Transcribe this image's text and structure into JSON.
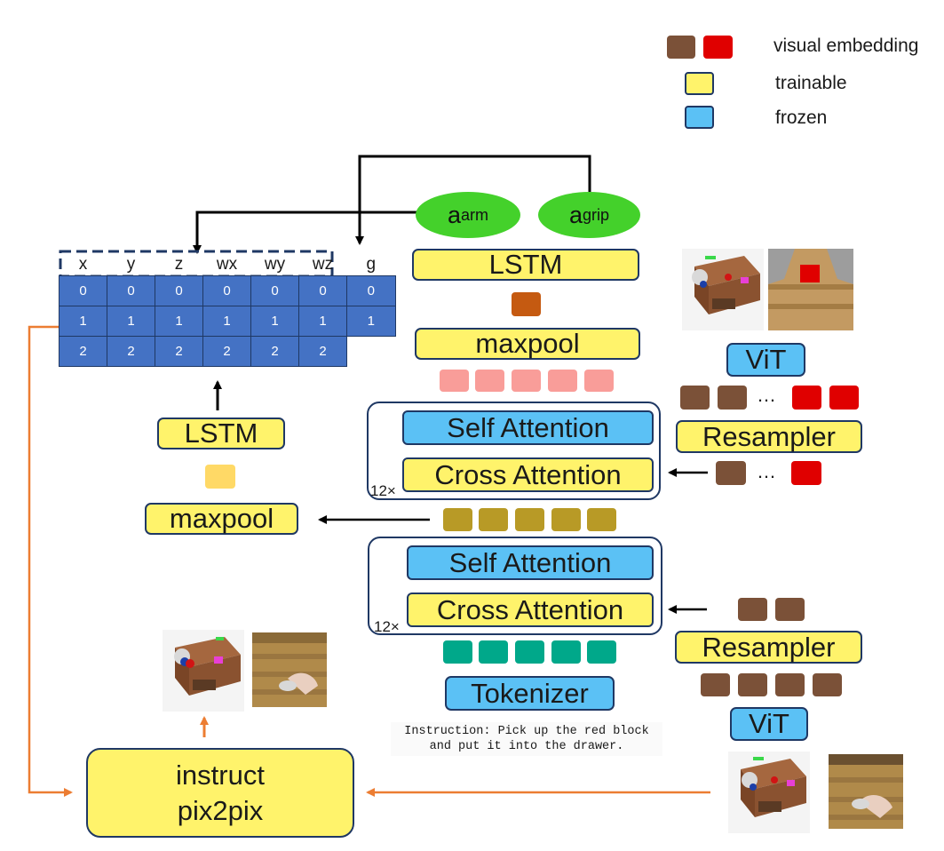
{
  "legend": {
    "visual_embedding": "visual embedding",
    "trainable": "trainable",
    "frozen": "frozen"
  },
  "actions": {
    "arm_main": "a",
    "arm_sub": "arm",
    "grip_main": "a",
    "grip_sub": "grip"
  },
  "action_table": {
    "headers": [
      "x",
      "y",
      "z",
      "wx",
      "wy",
      "wz",
      "g"
    ],
    "rows": [
      [
        "0",
        "0",
        "0",
        "0",
        "0",
        "0",
        "0"
      ],
      [
        "1",
        "1",
        "1",
        "1",
        "1",
        "1",
        "1"
      ],
      [
        "2",
        "2",
        "2",
        "2",
        "2",
        "2"
      ]
    ]
  },
  "blocks": {
    "lstm_top": "LSTM",
    "maxpool_top": "maxpool",
    "self_attention_top": "Self Attention",
    "cross_attention_top": "Cross Attention",
    "repeat_top": "12×",
    "self_attention_bottom": "Self Attention",
    "cross_attention_bottom": "Cross Attention",
    "repeat_bottom": "12×",
    "tokenizer": "Tokenizer",
    "lstm_left": "LSTM",
    "maxpool_left": "maxpool",
    "vit_top": "ViT",
    "resampler_top": "Resampler",
    "resampler_bottom": "Resampler",
    "vit_bottom": "ViT",
    "instruct_line1": "instruct",
    "instruct_line2": "pix2pix",
    "ellipsis_1": "…",
    "ellipsis_2": "…"
  },
  "instruction": {
    "line1": "Instruction: Pick up the red block",
    "line2": "and put it into the drawer."
  },
  "colors": {
    "trainable": "#fff36b",
    "frozen": "#5bc1f5",
    "embedding_brown": "#7b5138",
    "embedding_red": "#e00000",
    "action_ellipse": "#44d12b",
    "table_cell": "#4472c4",
    "orange_arrow": "#ec7d32",
    "token_pink": "#f99d99",
    "token_olive": "#b89a26",
    "token_teal": "#00a88a",
    "pooled_orange": "#c55a11",
    "pooled_yellow": "#ffd966"
  }
}
